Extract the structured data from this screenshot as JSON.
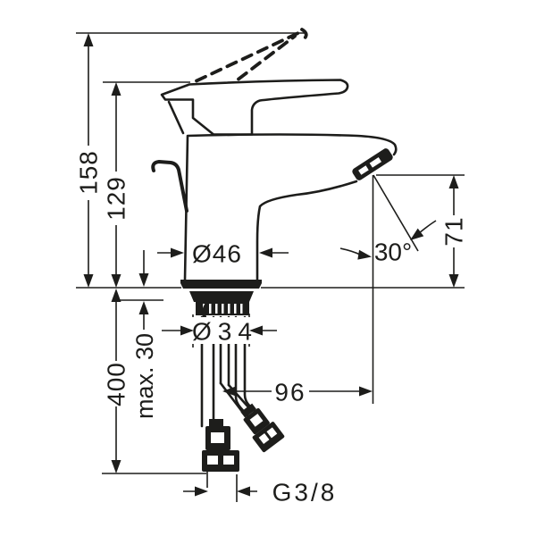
{
  "drawing": {
    "type": "faucet-installation-dimension-drawing",
    "colors": {
      "line": "#1d1d1b",
      "background": "#ffffff"
    },
    "labels": {
      "total_height": "158",
      "handle_height": "129",
      "hose_length": "400",
      "max_deck_thickness": "max. 30",
      "base_diameter": "Ø46",
      "hole_diameter": "Ø34",
      "outlet_height": "71",
      "spout_angle": "30°",
      "spout_projection": "96",
      "connection_thread": "G3/8"
    }
  }
}
